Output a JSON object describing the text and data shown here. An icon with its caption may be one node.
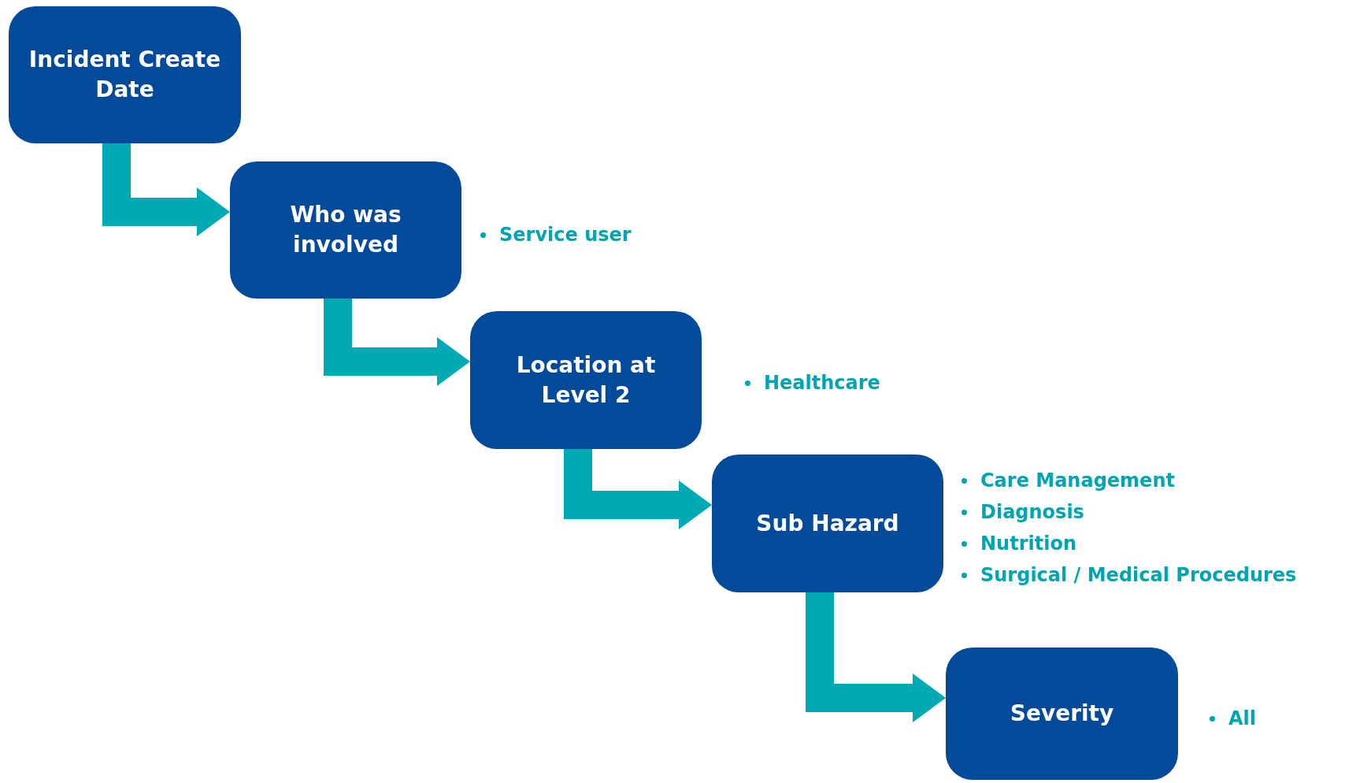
{
  "diagram": {
    "nodes": [
      {
        "text": [
          "Incident Create Date"
        ]
      },
      {
        "text": [
          "Who was involved"
        ],
        "beside": [
          "Service user"
        ]
      },
      {
        "text": [
          "Location at Level 2"
        ],
        "beside": [
          "Healthcare"
        ]
      },
      {
        "text": [
          "Sub Hazard"
        ],
        "beside": [
          "Care Management",
          "Diagnosis",
          "Nutrition",
          "Surgical / Medical Procedures"
        ]
      },
      {
        "text": [
          "Severity"
        ],
        "beside": [
          "All"
        ]
      }
    ],
    "edges": [
      {
        "from": 0,
        "to": 1,
        "arrow": "to"
      },
      {
        "from": 1,
        "to": 2,
        "arrow": "to"
      },
      {
        "from": 2,
        "to": 3,
        "arrow": "to"
      },
      {
        "from": 3,
        "to": 4,
        "arrow": "to"
      }
    ]
  }
}
